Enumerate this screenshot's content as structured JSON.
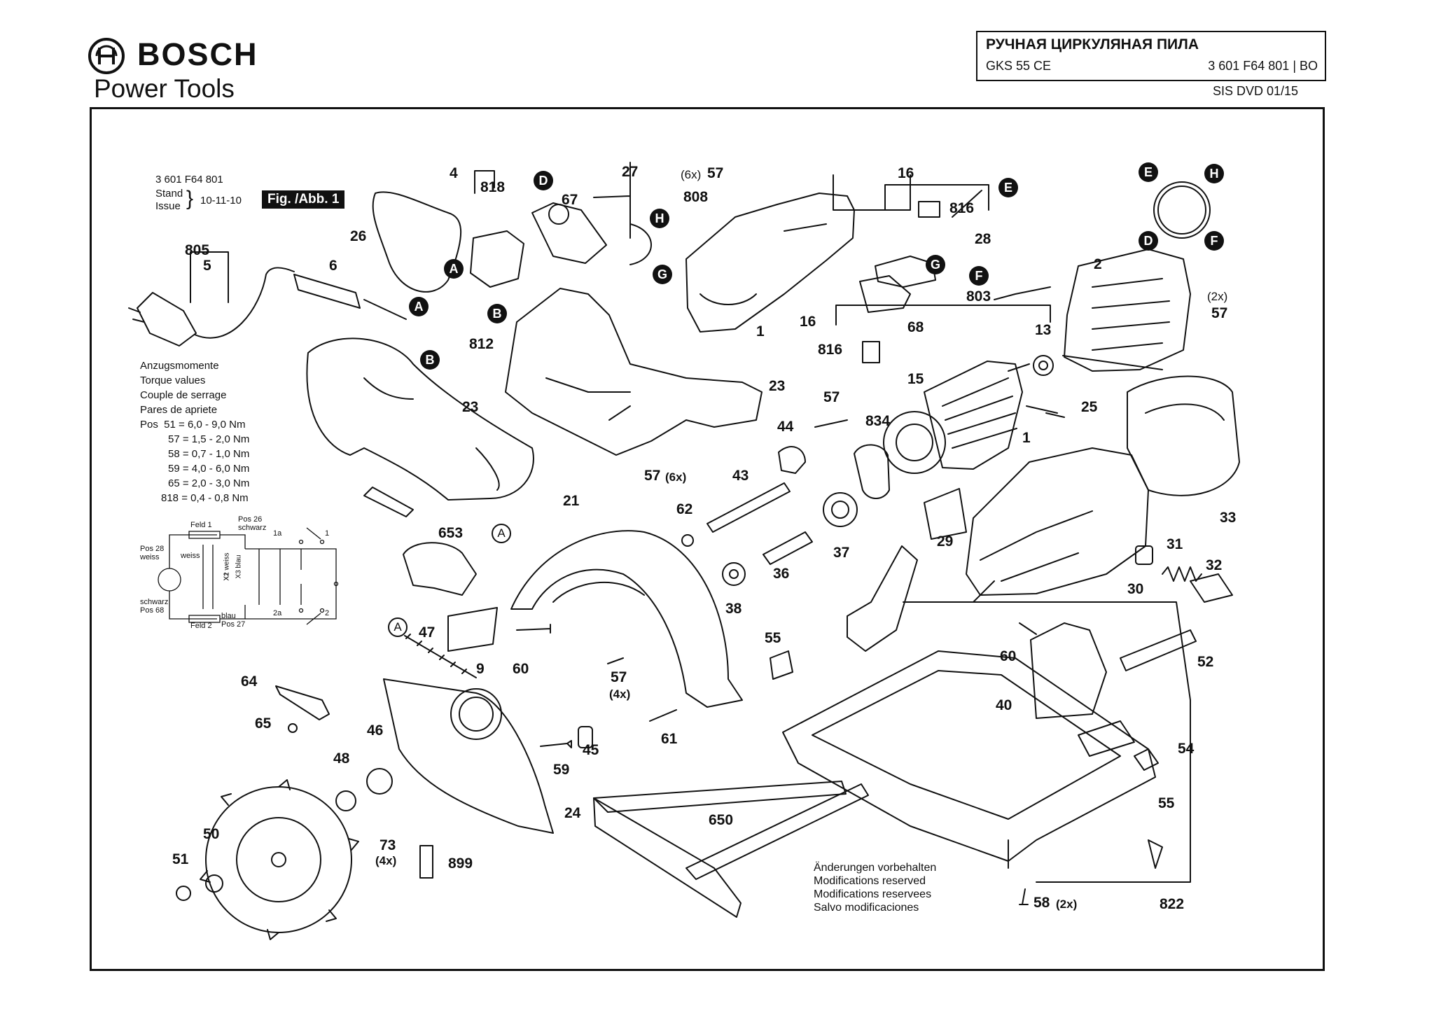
{
  "header": {
    "brand": "BOSCH",
    "tagline": "Power Tools",
    "title": "РУЧНАЯ ЦИРКУЛЯНАЯ ПИЛА",
    "model": "GKS 55 CE",
    "part_number": "3 601 F64 801 | BO",
    "sis": "SIS DVD 01/15"
  },
  "figure": {
    "doc_number": "3 601 F64 801",
    "stand": "Stand",
    "issue": "Issue",
    "date": "10-11-10",
    "fig_label": "Fig. /Abb. 1"
  },
  "torque": {
    "headings": [
      "Anzugsmomente",
      "Torque values",
      "Couple de serrage",
      "Pares de apriete"
    ],
    "rows": [
      "Pos  51 = 6,0 - 9,0 Nm",
      "57 = 1,5 - 2,0 Nm",
      "58 = 0,7 - 1,0 Nm",
      "59 = 4,0 - 6,0 Nm",
      "65 = 2,0 - 3,0 Nm",
      "818 = 0,4 - 0,8 Nm"
    ]
  },
  "wiring": {
    "labels": [
      "Feld 1",
      "Pos 26",
      "schwarz",
      "Pos 28",
      "weiss",
      "weiss",
      "X1 weiss",
      "X2",
      "X3 blau",
      "schwarz",
      "Pos 68",
      "Feld 2",
      "blau",
      "Pos 27",
      "1a",
      "2a",
      "1",
      "2"
    ]
  },
  "callouts": {
    "solid": [
      "D",
      "H",
      "A",
      "B",
      "A",
      "B",
      "G",
      "E",
      "G",
      "F",
      "E",
      "H",
      "D",
      "F"
    ],
    "outline": [
      "A",
      "A"
    ]
  },
  "parts": [
    "4",
    "818",
    "27",
    "(6x)",
    "57",
    "16",
    "808",
    "67",
    "816",
    "26",
    "28",
    "805",
    "5",
    "6",
    "1",
    "2",
    "812",
    "16",
    "68",
    "803",
    "(2x)",
    "57",
    "816",
    "13",
    "23",
    "15",
    "25",
    "23",
    "57",
    "44",
    "834",
    "1",
    "57",
    "(6x)",
    "43",
    "21",
    "62",
    "653",
    "33",
    "29",
    "37",
    "31",
    "36",
    "32",
    "30",
    "38",
    "47",
    "9",
    "60",
    "55",
    "60",
    "52",
    "64",
    "57",
    "(4x)",
    "65",
    "61",
    "40",
    "46",
    "48",
    "59",
    "45",
    "54",
    "24",
    "55",
    "50",
    "73",
    "(4x)",
    "650",
    "51",
    "899",
    "58",
    "(2x)",
    "822"
  ],
  "notes": [
    "Änderungen vorbehalten",
    "Modifications reserved",
    "Modifications reservees",
    "Salvo modificaciones"
  ]
}
